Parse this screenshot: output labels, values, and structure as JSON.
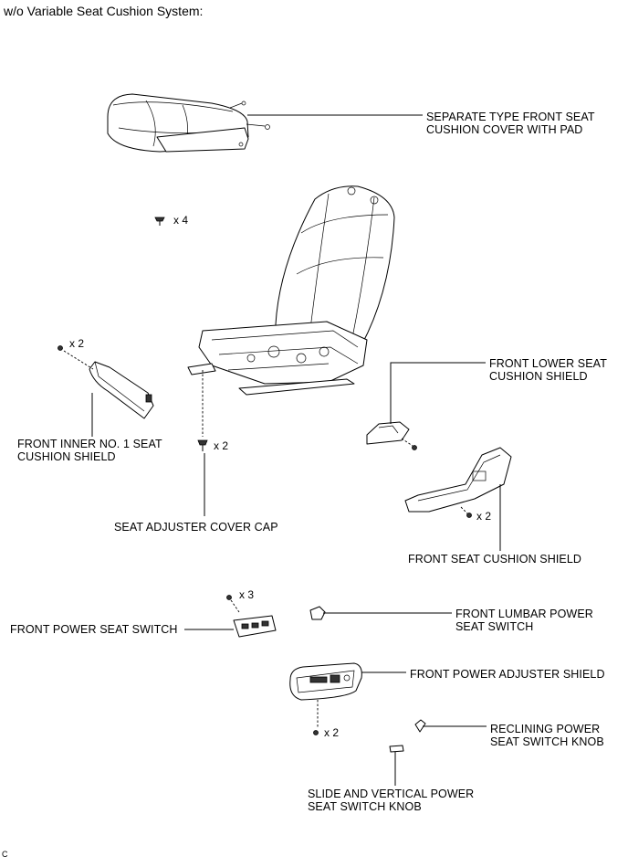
{
  "header": "w/o Variable Seat Cushion System:",
  "figure_code": "C",
  "labels": {
    "cushion_cover": [
      "SEPARATE TYPE FRONT SEAT",
      "CUSHION COVER WITH PAD"
    ],
    "lower_shield": [
      "FRONT LOWER SEAT",
      "CUSHION SHIELD"
    ],
    "inner_shield": [
      "FRONT INNER NO. 1 SEAT",
      "CUSHION SHIELD"
    ],
    "cover_cap": [
      "SEAT ADJUSTER COVER CAP"
    ],
    "cushion_shield": [
      "FRONT SEAT CUSHION SHIELD"
    ],
    "power_switch": [
      "FRONT POWER SEAT SWITCH"
    ],
    "lumbar_switch": [
      "FRONT LUMBAR POWER",
      "SEAT SWITCH"
    ],
    "adjuster_shield": [
      "FRONT POWER ADJUSTER SHIELD"
    ],
    "reclining_knob": [
      "RECLINING POWER",
      "SEAT SWITCH KNOB"
    ],
    "slide_knob": [
      "SLIDE AND VERTICAL POWER",
      "SEAT SWITCH KNOB"
    ]
  },
  "quantities": {
    "clip_top": "x 4",
    "screw_inner": "x 2",
    "cap": "x 2",
    "screw_cushion": "x 2",
    "screw_switch": "x 3",
    "screw_adjuster": "x 2"
  }
}
